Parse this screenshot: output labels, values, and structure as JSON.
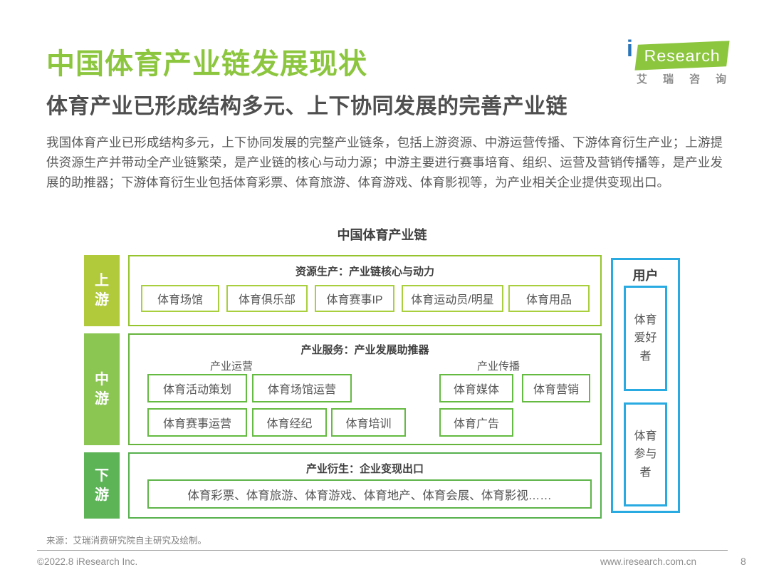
{
  "page": {
    "title": "中国体育产业链发展现状",
    "subtitle": "体育产业已形成结构多元、上下协同发展的完善产业链",
    "paragraph": "我国体育产业已形成结构多元，上下协同发展的完整产业链条，包括上游资源、中游运营传播、下游体育衍生产业；上游提供资源生产并带动全产业链繁荣，是产业链的核心与动力源；中游主要进行赛事培育、组织、运营及营销传播等，是产业发展的助推器；下游体育衍生业包括体育彩票、体育旅游、体育游戏、体育影视等，为产业相关企业提供变现出口。"
  },
  "logo": {
    "i": "i",
    "research": "Research",
    "cn_name": "艾瑞咨询",
    "cn_chars": [
      "艾",
      "瑞",
      "咨",
      "询"
    ]
  },
  "diagram": {
    "title": "中国体育产业链",
    "rows": [
      {
        "label": "上游",
        "header": "资源生产：产业链核心与动力",
        "items": [
          "体育场馆",
          "体育俱乐部",
          "体育赛事IP",
          "体育运动员/明星",
          "体育用品"
        ]
      },
      {
        "label": "中游",
        "header": "产业服务：产业发展助推器",
        "groups": [
          {
            "name": "产业运营",
            "row1": [
              "体育活动策划",
              "体育场馆运营"
            ],
            "row2": [
              "体育赛事运营",
              "体育经纪",
              "体育培训"
            ]
          },
          {
            "name": "产业传播",
            "row1": [
              "体育媒体",
              "体育营销"
            ],
            "row2": [
              "体育广告"
            ]
          }
        ]
      },
      {
        "label": "下游",
        "header": "产业衍生：企业变现出口",
        "items": [
          "体育彩票、体育旅游、体育游戏、体育地产、体育会展、体育影视……"
        ]
      }
    ],
    "user_panel": {
      "title": "用户",
      "items": [
        "体育爱好者",
        "体育参与者"
      ]
    }
  },
  "source_note": "来源：艾瑞消费研究院自主研究及绘制。",
  "footer": {
    "copyright": "©2022.8 iResearch Inc.",
    "website": "www.iresearch.com.cn",
    "page_number": "8"
  },
  "colors": {
    "brand_green": "#8cc63f",
    "upstream_green": "#b0ca3c",
    "midstream_green": "#8bc653",
    "downstream_green": "#5cb457",
    "user_panel_cyan": "#29abe2",
    "heading_gray": "#4f4f4f",
    "body_gray": "#595959",
    "footer_gray": "#8c8c8c"
  }
}
